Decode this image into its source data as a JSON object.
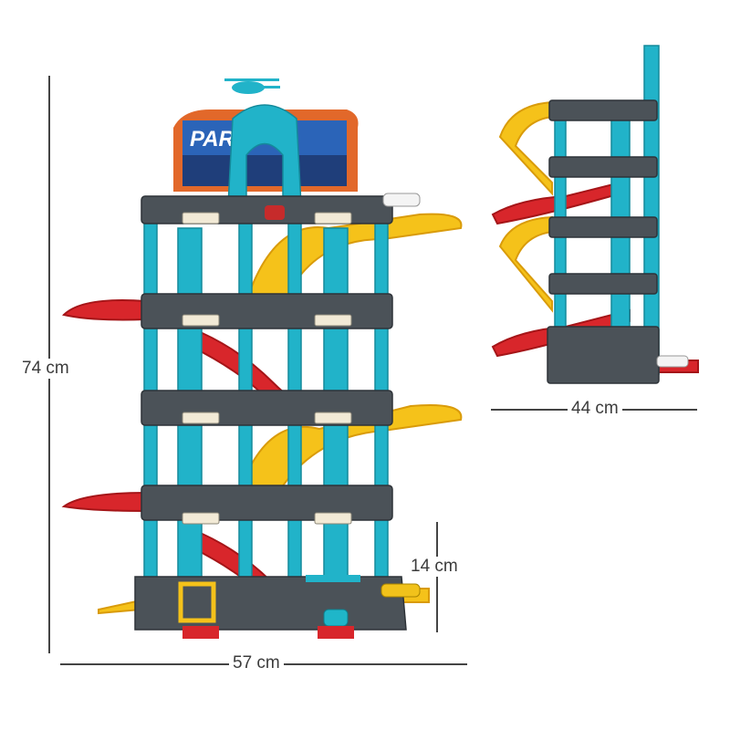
{
  "dimensions": {
    "height": "74 cm",
    "width": "57 cm",
    "level_height": "14 cm",
    "depth": "44 cm"
  },
  "product": {
    "sign_text": "PARK",
    "colors": {
      "pillar": "#21b3c9",
      "deck": "#4b5258",
      "ramp_yellow": "#f5c21a",
      "ramp_red": "#d8262b",
      "sign": "#e2682a"
    }
  }
}
